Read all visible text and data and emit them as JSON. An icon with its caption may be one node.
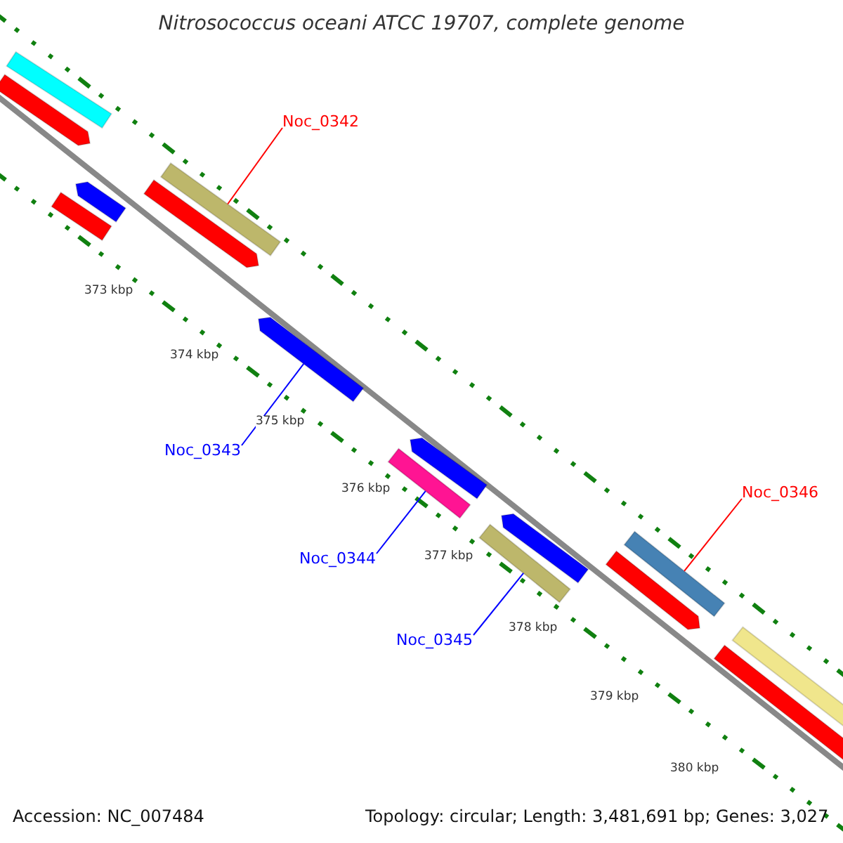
{
  "diagram": {
    "title": "Nitrosococcus oceani ATCC 19707, complete genome",
    "nodes": [
      {
        "text": [
          "Noc_0342"
        ]
      },
      {
        "text": [],
        "shape": "bar"
      },
      {
        "text": [
          "Noc_0343"
        ]
      },
      {
        "text": [],
        "shape": "bar"
      },
      {
        "text": [
          "Noc_0344"
        ]
      },
      {
        "text": [],
        "shape": "bar"
      },
      {
        "text": [
          "Noc_0345"
        ]
      },
      {
        "text": [],
        "shape": "bar"
      },
      {
        "text": [
          "Noc_0346"
        ]
      },
      {
        "text": [],
        "shape": "bar"
      },
      {
        "text": [],
        "shape": "bar"
      },
      {
        "text": [],
        "shape": "bar"
      },
      {
        "text": [],
        "shape": "bar"
      },
      {
        "text": [],
        "shape": "bar"
      },
      {
        "text": [],
        "shape": "bar"
      },
      {
        "text": [],
        "shape": "bar"
      },
      {
        "text": [],
        "shape": "bar"
      },
      {
        "text": [],
        "shape": "bar"
      },
      {
        "text": [],
        "shape": "bar"
      },
      {
        "text": [],
        "shape": "bar"
      }
    ],
    "edges": [
      {
        "from": 0,
        "to": 1,
        "arrow": "none",
        "color": "#ff0000"
      },
      {
        "from": 2,
        "to": 3,
        "arrow": "none"
      },
      {
        "from": 4,
        "to": 5,
        "arrow": "none"
      },
      {
        "from": 6,
        "to": 7,
        "arrow": "none"
      },
      {
        "from": 8,
        "to": 9,
        "arrow": "none",
        "color": "#ff0000"
      }
    ],
    "labels": [
      "373 kbp",
      "374 kbp",
      "375 kbp",
      "376 kbp",
      "377 kbp",
      "378 kbp",
      "379 kbp",
      "380 kbp",
      "Accession: NC_007484",
      "Topology: circular; Length: 3,481,691 bp; Genes: 3,027"
    ]
  }
}
